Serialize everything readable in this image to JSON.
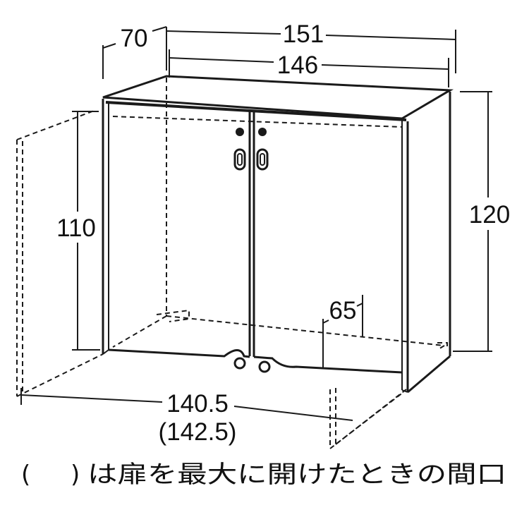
{
  "dimensions": {
    "depth": "70",
    "outer_width": "151",
    "inner_width": "146",
    "left_height": "110",
    "right_height": "120",
    "inner_depth": "65",
    "opening_width": "140.5",
    "opening_width_open": "(142.5)"
  },
  "caption": {
    "paren_open": "(",
    "paren_close": ")",
    "text": "は扉を最大に開けたときの間口"
  }
}
